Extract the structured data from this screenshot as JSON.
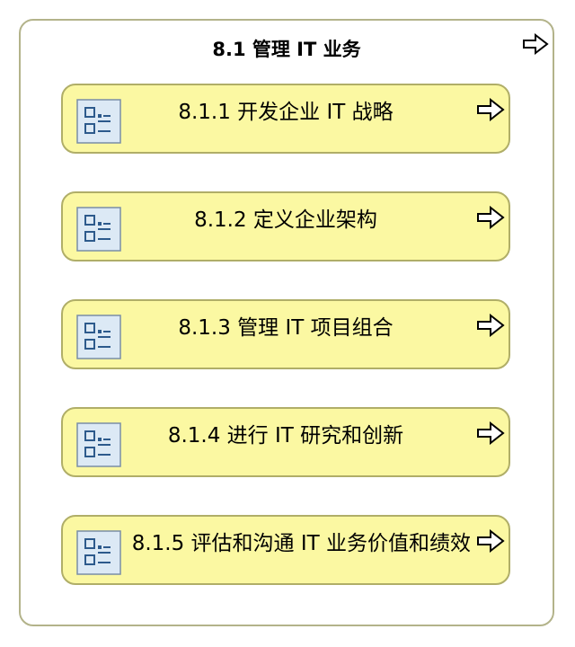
{
  "group": {
    "title": "8.1 管理 IT 业务",
    "arrow_icon": "right-arrow-outline-icon"
  },
  "processes": [
    {
      "label": "8.1.1 开发企业 IT 战略",
      "icon": "process-list-icon",
      "arrow_icon": "right-arrow-outline-icon"
    },
    {
      "label": "8.1.2 定义企业架构",
      "icon": "process-list-icon",
      "arrow_icon": "right-arrow-outline-icon"
    },
    {
      "label": "8.1.3 管理 IT 项目组合",
      "icon": "process-list-icon",
      "arrow_icon": "right-arrow-outline-icon"
    },
    {
      "label": "8.1.4 进行 IT 研究和创新",
      "icon": "process-list-icon",
      "arrow_icon": "right-arrow-outline-icon"
    },
    {
      "label": "8.1.5 评估和沟通 IT 业务价值和绩效",
      "icon": "process-list-icon",
      "arrow_icon": "right-arrow-outline-icon"
    }
  ],
  "colors": {
    "process_fill": "#fbf8a2",
    "process_border": "#b0ae68",
    "group_border": "#b3b38a",
    "icon_fill": "#dce9f5",
    "icon_stroke": "#2d5a8c"
  }
}
